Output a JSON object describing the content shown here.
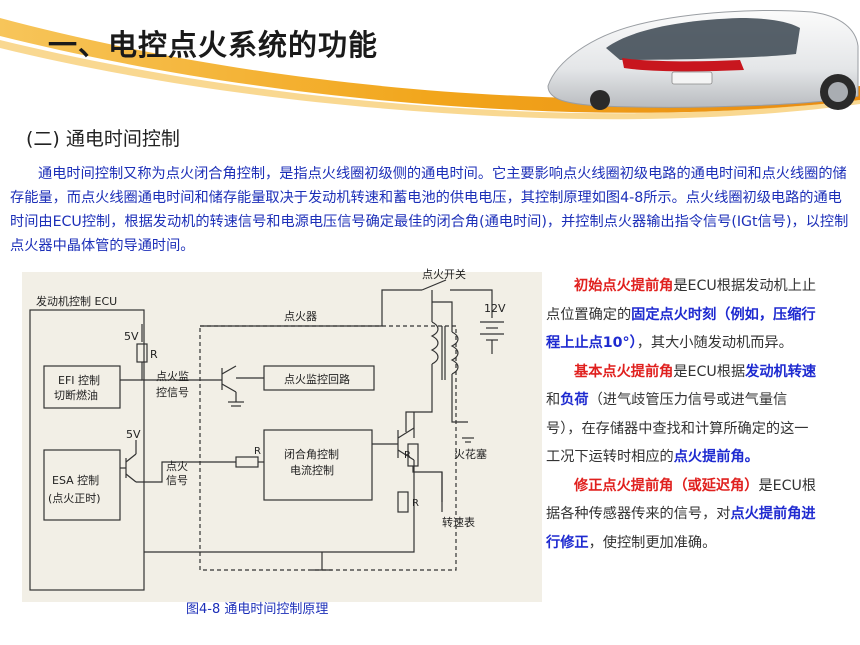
{
  "header": {
    "title": "一、电控点火系统的功能"
  },
  "section": {
    "subtitle": "(二) 通电时间控制"
  },
  "intro_paragraph": "通电时间控制又称为点火闭合角控制，是指点火线圈初级侧的通电时间。它主要影响点火线圈初级电路的通电时间和点火线圈的储存能量，而点火线圈通电时间和储存能量取决于发动机转速和蓄电池的供电电压，其控制原理如图4-8所示。点火线圈初级电路的通电时间由ECU控制，根据发动机的转速信号和电源电压信号确定最佳的闭合角(通电时间)，并控制点火器输出指令信号(IGt信号)，以控制点火器中晶体管的导通时间。",
  "diagram": {
    "ecu_label": "发动机控制 ECU",
    "igniter_label": "点火器",
    "switch_label": "点火开关",
    "battery_label": "12V",
    "v5_top": "5V",
    "v5_bottom": "5V",
    "r_label": "R",
    "efi_line1": "EFI 控制",
    "efi_line2": "切断燃油",
    "esa_line1": "ESA 控制",
    "esa_line2": "(点火正时)",
    "monitor_signal_line1": "点火监",
    "monitor_signal_line2": "控信号",
    "ignition_signal_line1": "点火",
    "ignition_signal_line2": "信号",
    "monitor_circuit": "点火监控回路",
    "dwell_line1": "闭合角控制",
    "dwell_line2": "电流控制",
    "spark_plug": "火花塞",
    "tachometer": "转速表",
    "caption": "图4-8 通电时间控制原理"
  },
  "side_text": {
    "p1_a": "初始点火提前角",
    "p1_b": "是ECU根据发动机上止点位置确定的",
    "p1_c": "固定点火时刻（例如，压缩行程上止点10°）",
    "p1_d": "，其大小随发动机而异。",
    "p2_a": "基本点火提前角",
    "p2_b": "是ECU根据",
    "p2_c": "发动机转速",
    "p2_d": "和",
    "p2_e": "负荷",
    "p2_f": "（进气歧管压力信号或进气量信号），在存储器中查找和计算所确定的这一工况下运转时相应的",
    "p2_g": "点火提前角。",
    "p3_a": "修正点火提前角（或延迟角）",
    "p3_b": "是ECU根据各种传感器传来的信号，对",
    "p3_c": "点火提前角进行修正",
    "p3_d": "，使控制更加准确。"
  },
  "colors": {
    "accent_orange": "#f2a61c",
    "text_blue": "#1c2fb8",
    "highlight_red": "#e0201e",
    "highlight_blue": "#1e2ad0",
    "diagram_bg": "#f2efe6"
  },
  "images": {
    "car": "white-hatchback-car-illustration"
  }
}
